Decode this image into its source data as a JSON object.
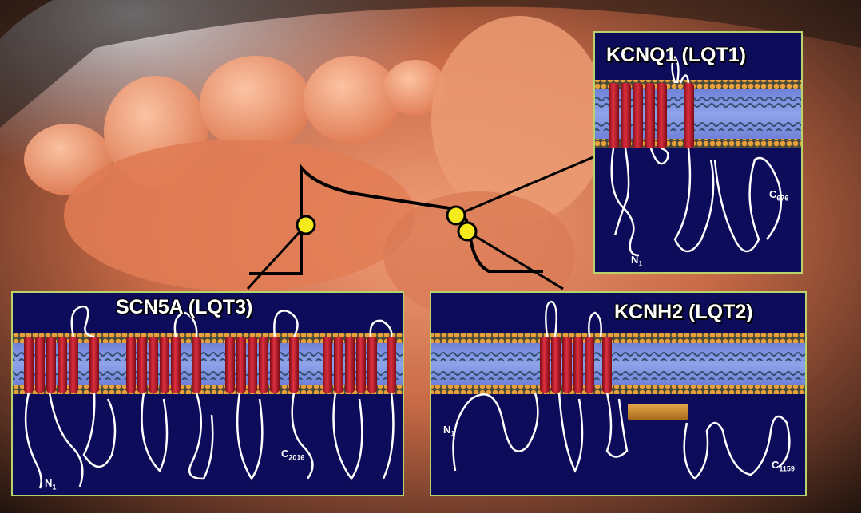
{
  "panels": {
    "kcnq1": {
      "title": "KCNQ1 (LQT1)",
      "n_term": "N",
      "n_sub": "1",
      "c_term": "C",
      "c_sub": "676"
    },
    "scn5a": {
      "title": "SCN5A (LQT3)",
      "n_term": "N",
      "n_sub": "1",
      "c_term": "C",
      "c_sub": "2016"
    },
    "kcnh2": {
      "title": "KCNH2 (LQT2)",
      "n_term": "N",
      "n_sub": "1",
      "c_term": "C",
      "c_sub": "1159"
    }
  },
  "colors": {
    "panel_bg": "#0c0c5a",
    "panel_border": "#b8d36a",
    "helix": "#c21a2a",
    "lipid_head": "#e8a13a",
    "membrane_band": "#6b7cd6",
    "loop": "#ffffff",
    "marker": "#f4ea1c",
    "trace": "#000000",
    "skin": "#e98a5e"
  }
}
